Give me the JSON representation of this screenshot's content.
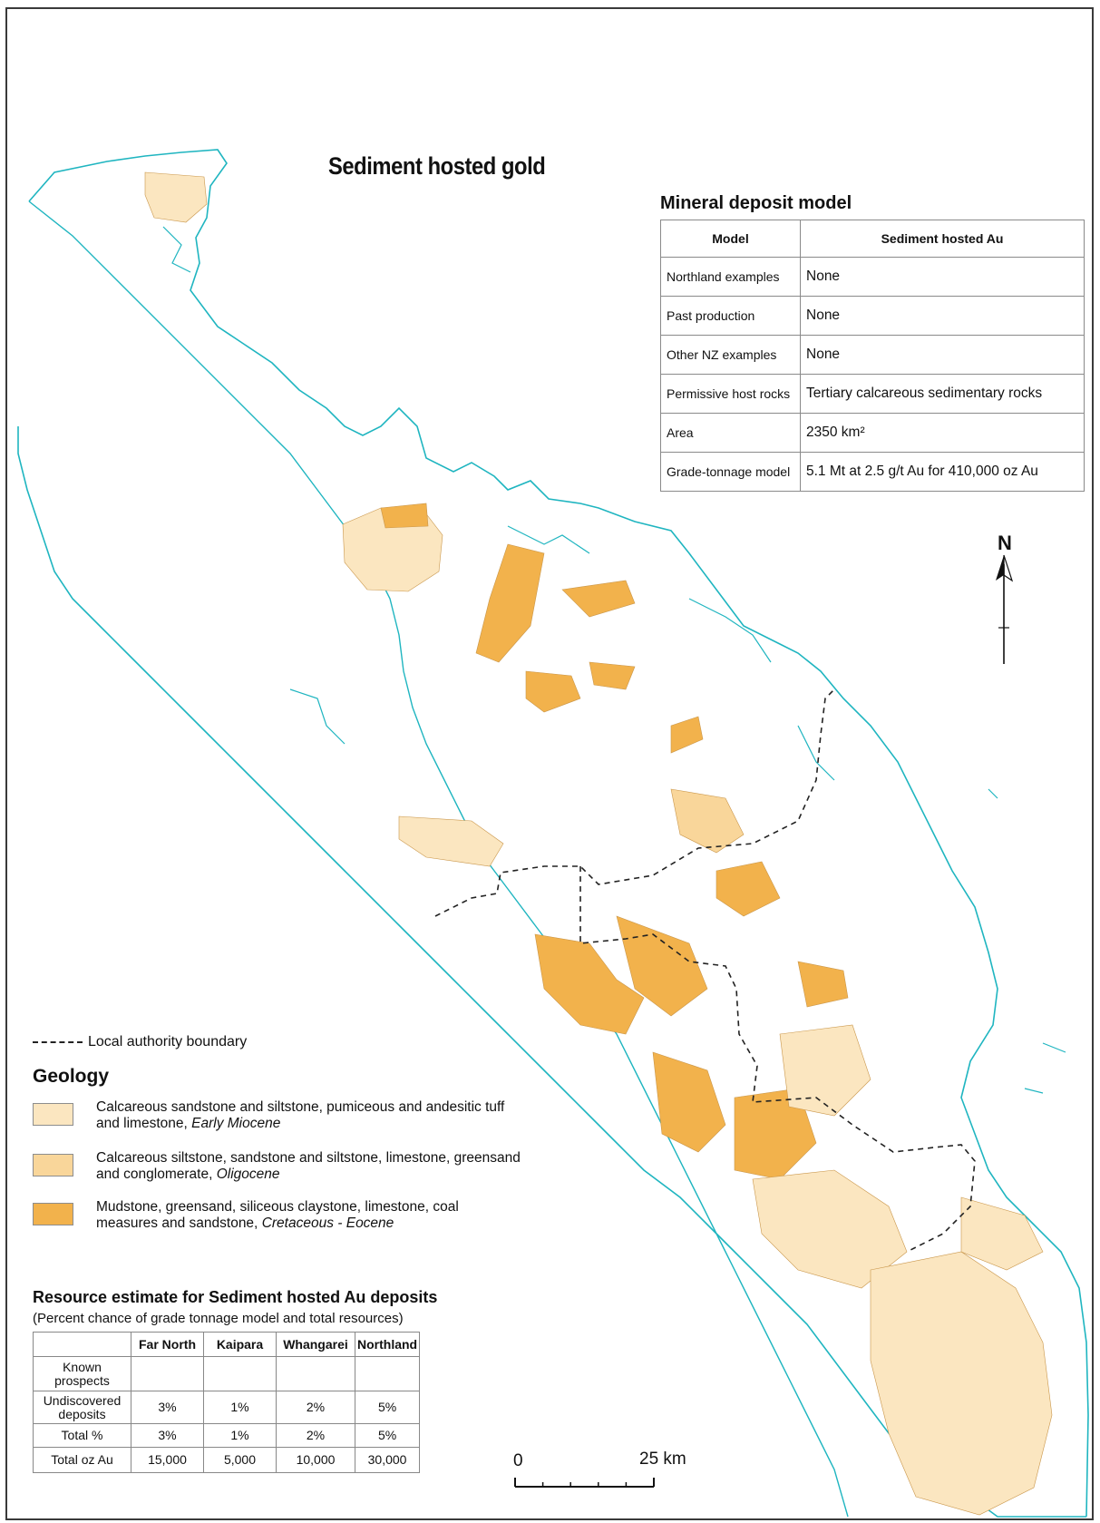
{
  "title": "Sediment hosted gold",
  "mineral_deposit_model": {
    "heading": "Mineral deposit model",
    "header": {
      "key": "Model",
      "value": "Sediment hosted Au"
    },
    "rows": [
      {
        "key": "Northland examples",
        "value": "None"
      },
      {
        "key": "Past production",
        "value": "None"
      },
      {
        "key": "Other NZ examples",
        "value": "None"
      },
      {
        "key": "Permissive host rocks",
        "value": "Tertiary calcareous sedimentary rocks"
      },
      {
        "key": "Area",
        "value": "2350 km²"
      },
      {
        "key": "Grade-tonnage model",
        "value": "5.1 Mt at 2.5 g/t Au for 410,000 oz Au"
      }
    ]
  },
  "north_label": "N",
  "legend": {
    "boundary_label": "Local authority boundary",
    "geology_heading": "Geology",
    "items": [
      {
        "color": "#fbe6c0",
        "text": "Calcareous sandstone and siltstone, pumiceous and andesitic tuff and limestone,",
        "age": "Early Miocene"
      },
      {
        "color": "#f9d69a",
        "text": "Calcareous siltstone, sandstone and siltstone, limestone, greensand and conglomerate,",
        "age": "Oligocene"
      },
      {
        "color": "#f2b24c",
        "text": "Mudstone, greensand, siliceous claystone, limestone, coal measures and sandstone,",
        "age": "Cretaceous - Eocene"
      }
    ]
  },
  "resource_estimate": {
    "heading": "Resource estimate for Sediment hosted Au deposits",
    "subheading": "(Percent chance of grade tonnage model and total resources)",
    "columns": [
      "Far North",
      "Kaipara",
      "Whangarei",
      "Northland"
    ],
    "rows": [
      {
        "label": "Known prospects",
        "values": [
          "",
          "",
          "",
          ""
        ]
      },
      {
        "label": "Undiscovered deposits",
        "values": [
          "3%",
          "1%",
          "2%",
          "5%"
        ]
      },
      {
        "label": "Total %",
        "values": [
          "3%",
          "1%",
          "2%",
          "5%"
        ]
      },
      {
        "label": "Total oz Au",
        "values": [
          "15,000",
          "5,000",
          "10,000",
          "30,000"
        ]
      }
    ]
  },
  "scale": {
    "zero": "0",
    "max": "25 km"
  },
  "colors": {
    "coast": "#1fb5c0",
    "early_miocene": "#fbe6c0",
    "oligocene": "#f9d69a",
    "cretaceous_eocene": "#f2b24c",
    "boundary": "#222222"
  }
}
